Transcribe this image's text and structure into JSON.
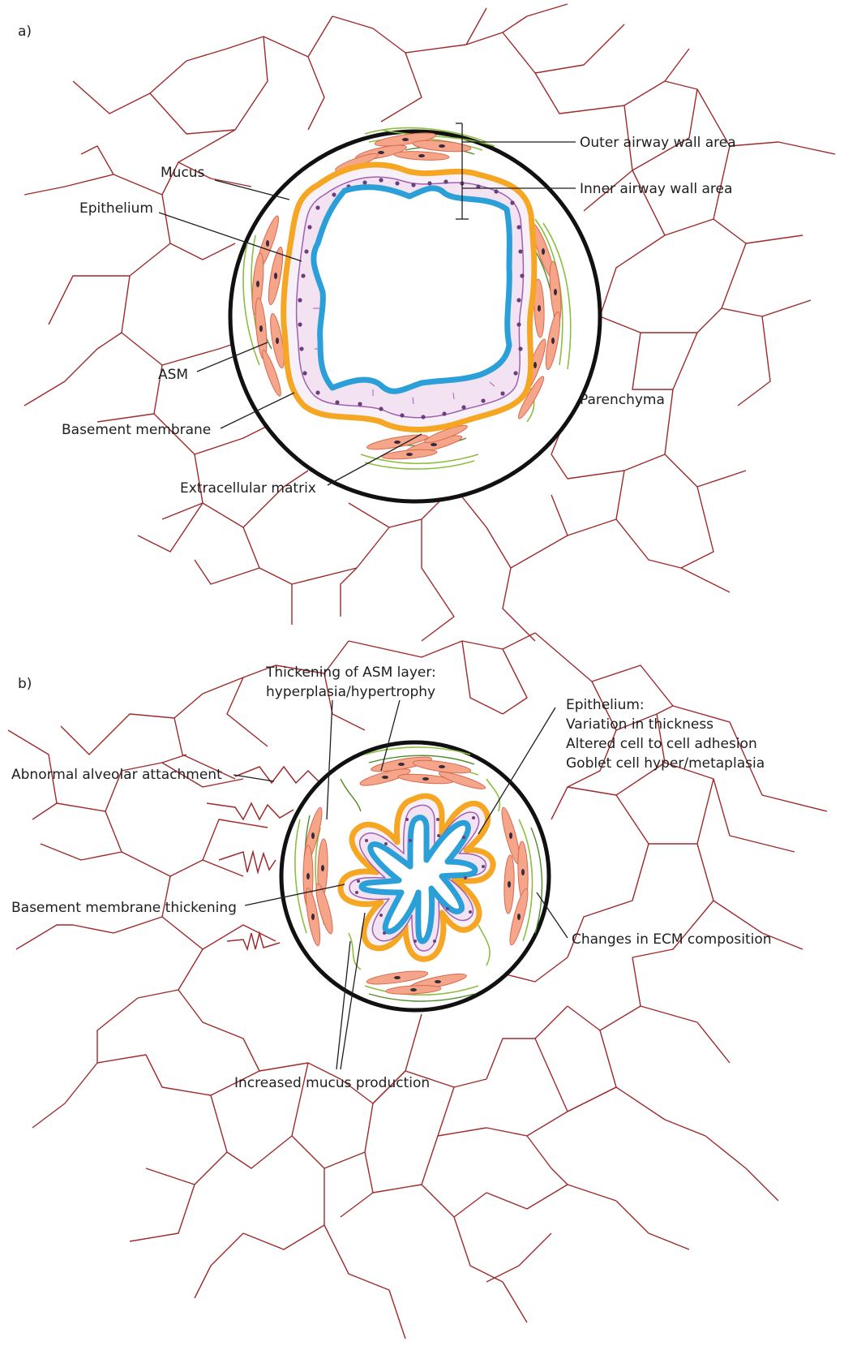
{
  "panel_a": {
    "letter": "a)",
    "labels": {
      "outer_wall": "Outer airway wall area",
      "inner_wall": "Inner airway wall area",
      "mucus": "Mucus",
      "epithelium": "Epithelium",
      "asm": "ASM",
      "basement_membrane": "Basement membrane",
      "ecm": "Extracellular matrix",
      "parenchyma": "Parenchyma"
    }
  },
  "panel_b": {
    "letter": "b)",
    "labels": {
      "asm_thickening_1": "Thickening of ASM layer:",
      "asm_thickening_2": "hyperplasia/hypertrophy",
      "epi_1": "Epithelium:",
      "epi_2": "Variation in thickness",
      "epi_3": "Altered cell to cell adhesion",
      "epi_4": "Goblet cell hyper/metaplasia",
      "alveolar": "Abnormal alveolar attachment",
      "bm_thickening": "Basement membrane thickening",
      "ecm_changes": "Changes in ECM composition",
      "mucus_increase": "Increased mucus production"
    }
  },
  "colors": {
    "parenchyma_mesh": "#9e2a2b",
    "basement_membrane": "#f5a623",
    "lumen_outline": "#2a9fd8",
    "epithelium": "#a060b0",
    "smooth_muscle": "#f4a58a",
    "ecm_fibers": "#8cbf3f",
    "outer_circle": "#111111"
  }
}
